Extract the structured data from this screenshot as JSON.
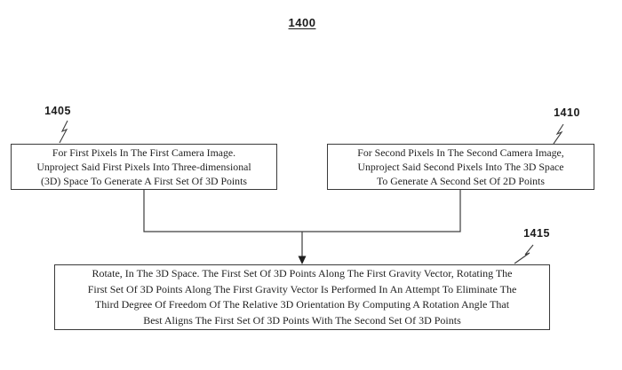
{
  "figure": {
    "title": "1400",
    "type": "flowchart"
  },
  "colors": {
    "background": "#ffffff",
    "line": "#3d3d3d",
    "text": "#1f1f1f"
  },
  "nodes": [
    {
      "ref": "1405",
      "lines": [
        "For First Pixels In The First Camera Image.",
        "Unproject Said First Pixels Into Three-dimensional",
        "(3D) Space To Generate A First Set Of 3D Points"
      ]
    },
    {
      "ref": "1410",
      "lines": [
        "For Second Pixels In The Second Camera Image,",
        "Unproject Said Second Pixels Into The 3D Space",
        "To Generate A Second Set Of 2D Points"
      ]
    },
    {
      "ref": "1415",
      "lines": [
        "Rotate, In The 3D Space. The First Set Of 3D Points Along The First Gravity Vector, Rotating The",
        "First Set Of 3D Points Along The First Gravity Vector Is Performed In An Attempt To Eliminate The",
        "Third Degree Of Freedom Of The Relative 3D Orientation By Computing A Rotation Angle That",
        "Best Aligns The First Set Of 3D Points With The Second Set Of 3D Points"
      ]
    }
  ],
  "edges": [
    {
      "from": "1405",
      "to": "1415",
      "arrow": true
    },
    {
      "from": "1410",
      "to": "1415",
      "arrow": true
    }
  ]
}
